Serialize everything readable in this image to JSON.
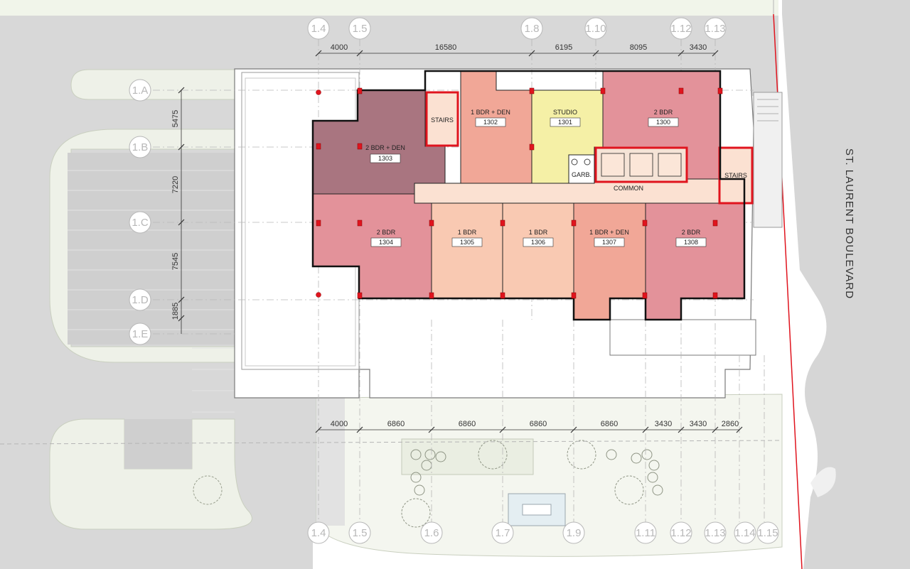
{
  "street_name": "ST. LAURENT BOULEVARD",
  "grid_top": [
    "1.4",
    "1.5",
    "1.8",
    "1.10",
    "1.12",
    "1.13"
  ],
  "grid_bottom": [
    "1.4",
    "1.5",
    "1.6",
    "1.7",
    "1.9",
    "1.11",
    "1.12",
    "1.13",
    "1.14",
    "1.15"
  ],
  "grid_left": [
    "1.A",
    "1.B",
    "1.C",
    "1.D",
    "1.E"
  ],
  "dims_top": [
    "4000",
    "16580",
    "6195",
    "8095",
    "3430"
  ],
  "dims_bottom": [
    "4000",
    "6860",
    "6860",
    "6860",
    "6860",
    "3430",
    "3430",
    "2860"
  ],
  "dims_left": [
    "5475",
    "7220",
    "7545",
    "1885"
  ],
  "units": [
    {
      "type": "2 BDR + DEN",
      "number": "1303",
      "color": "#a97580"
    },
    {
      "type": "1 BDR + DEN",
      "number": "1302",
      "color": "#f1a797"
    },
    {
      "type": "STUDIO",
      "number": "1301",
      "color": "#f5f0a6"
    },
    {
      "type": "2 BDR",
      "number": "1300",
      "color": "#e3929a"
    },
    {
      "type": "2 BDR",
      "number": "1304",
      "color": "#e3929a"
    },
    {
      "type": "1 BDR",
      "number": "1305",
      "color": "#f9c9b2"
    },
    {
      "type": "1 BDR",
      "number": "1306",
      "color": "#f9c9b2"
    },
    {
      "type": "1 BDR + DEN",
      "number": "1307",
      "color": "#f1a797"
    },
    {
      "type": "2 BDR",
      "number": "1308",
      "color": "#e3929a"
    }
  ],
  "labels": {
    "stairs_west": "STAIRS",
    "stairs_east": "STAIRS",
    "garbage": "GARB.",
    "common": "COMMON"
  },
  "colors": {
    "road": "#d6d6d6",
    "site": "#eef1e8",
    "accent_red": "#e0141e",
    "common": "#fbe1d2"
  }
}
